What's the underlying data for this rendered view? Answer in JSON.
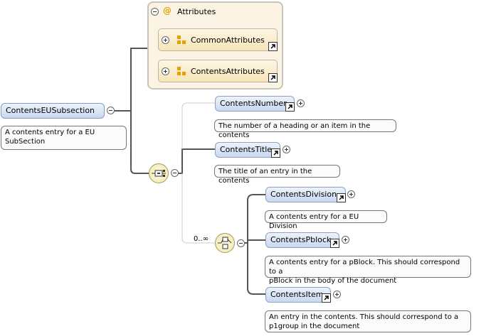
{
  "root": {
    "label": "ContentsEUSubsection",
    "description": "A contents entry for a EU SubSection"
  },
  "attributes": {
    "title": "Attributes",
    "items": [
      "CommonAttributes",
      "ContentsAttributes"
    ]
  },
  "sequence_children": [
    {
      "label": "ContentsNumber",
      "description": "The number of a heading or an item in the contents"
    },
    {
      "label": "ContentsTitle",
      "description": "The title of an entry in the contents"
    }
  ],
  "choice": {
    "occurrence": "0..∞",
    "children": [
      {
        "label": "ContentsDivision",
        "description": "A contents entry for a EU Division"
      },
      {
        "label": "ContentsPblock",
        "description_lines": [
          "A contents entry for a pBlock. This should correspond to a",
          "pBlock in the body of the document"
        ]
      },
      {
        "label": "ContentsItem",
        "description_lines": [
          "An entry in the contents. This should correspond to a",
          "p1group in the document"
        ]
      }
    ]
  },
  "icons": {
    "attributes": "at-sign-icon",
    "attribute_group": "attribute-group-icon",
    "reference": "reference-arrow-icon",
    "sequence": "sequence-compositor-icon",
    "choice": "choice-compositor-icon",
    "expand": "plus-icon",
    "collapse": "minus-icon"
  }
}
